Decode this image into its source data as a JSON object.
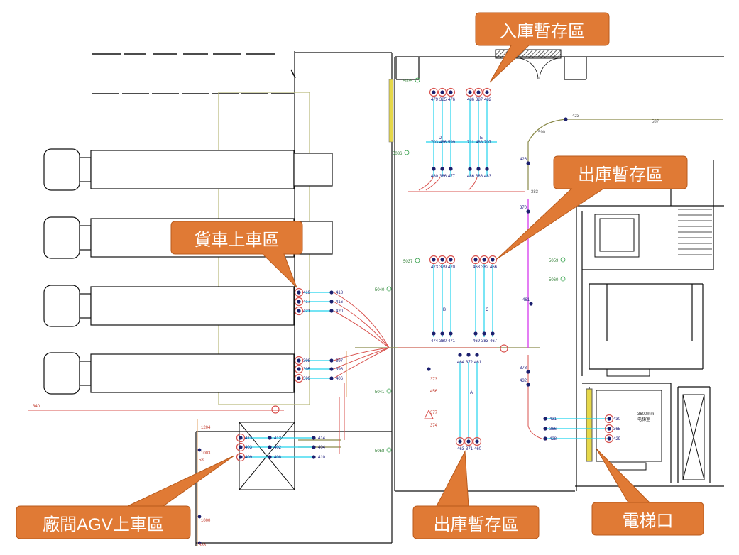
{
  "colors": {
    "callout_fill": "#e07a35",
    "callout_stroke": "#b85a1c",
    "route_red": "#d9534f",
    "route_cyan": "#22d3ee",
    "route_magenta": "#d946ef",
    "route_olive": "#8a8a4a",
    "node_navy": "#1b1f6e",
    "wall": "#111111",
    "zone_box": "#b8b879"
  },
  "callouts": {
    "inbound_buffer": "入庫暫存區",
    "outbound_buffer_right": "出庫暫存區",
    "truck_loading": "貨車上車區",
    "factory_agv_loading": "廠間AGV上車區",
    "outbound_buffer_bottom": "出庫暫存區",
    "elevator": "電梯口"
  },
  "rack_letters": [
    "D",
    "E",
    "B",
    "C",
    "A"
  ],
  "elevator_note": [
    "3600mm",
    "电梯室"
  ],
  "node_groups": {
    "group_d_top": [
      "479",
      "385",
      "476"
    ],
    "group_e_top": [
      "486",
      "387",
      "482"
    ],
    "group_d_mid": [
      "703",
      "486",
      "599"
    ],
    "group_e_mid": [
      "711",
      "488",
      "707"
    ],
    "group_d_bottom": [
      "480",
      "386",
      "477"
    ],
    "group_e_bottom": [
      "486",
      "388",
      "483"
    ],
    "group_b_top": [
      "473",
      "379",
      "470"
    ],
    "group_c_top": [
      "468",
      "382",
      "466"
    ],
    "group_b_bottom": [
      "474",
      "380",
      "471"
    ],
    "group_c_bottom": [
      "469",
      "383",
      "467"
    ],
    "group_a_top": [
      "464",
      "372",
      "461"
    ],
    "group_a_bottom": [
      "463",
      "371",
      "460"
    ],
    "truck_1": [
      "419",
      "417",
      "421"
    ],
    "truck_1_right": [
      "418",
      "416",
      "420"
    ],
    "truck_2": [
      "398",
      "395",
      "399"
    ],
    "truck_2_right": [
      "397",
      "396",
      "406"
    ],
    "factory_left": [
      "413",
      "403",
      "409"
    ],
    "factory_right": [
      "412",
      "402",
      "408"
    ],
    "factory_far": [
      "414",
      "404",
      "410"
    ],
    "elevator_left": [
      "431",
      "366",
      "428"
    ],
    "elevator_right": [
      "430",
      "365",
      "429"
    ]
  },
  "misc_labels": {
    "vertical_mid": [
      "426",
      "370",
      "461",
      "378",
      "432"
    ],
    "top_route": [
      "423",
      "587",
      "590",
      "383"
    ],
    "bottom_left": [
      "340",
      "1204",
      "1003",
      "58",
      "1000",
      "588"
    ],
    "side_tags": [
      "5035",
      "5036",
      "5037",
      "5040",
      "5041",
      "5058",
      "5059",
      "5060"
    ],
    "triangle_bottom": [
      "373",
      "456",
      "377",
      "374"
    ]
  }
}
